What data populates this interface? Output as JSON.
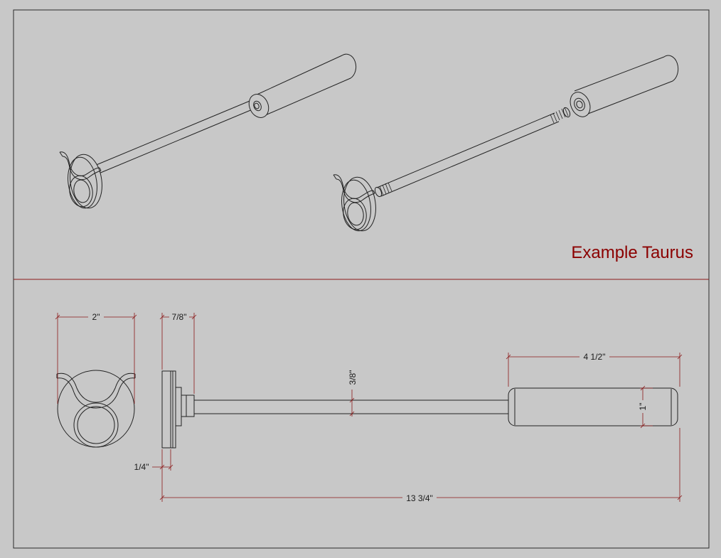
{
  "title": "Example Taurus",
  "colors": {
    "background": "#c8c8c8",
    "frame": "#2a2a2a",
    "divider": "#8b1a1a",
    "title": "#8b0000",
    "dimension_lines": "#8b1a1a",
    "drawing_lines": "#222222"
  },
  "dimensions": {
    "emblem_width": "2\"",
    "plate_depth": "7/8\"",
    "plate_thickness": "1/4\"",
    "rod_diameter": "3/8\"",
    "handle_length": "4 1/2\"",
    "handle_diameter": "1\"",
    "overall_length": "13 3/4\""
  }
}
